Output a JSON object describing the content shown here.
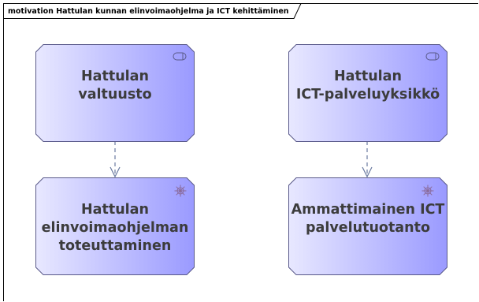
{
  "diagram": {
    "title": "motivation Hattulan kunnan elinvoimaohjelma ja ICT kehittäminen"
  },
  "nodes": {
    "valtuusto": {
      "line1": "Hattulan",
      "line2": "valtuusto",
      "kind": "stakeholder-icon"
    },
    "ict_yksikko": {
      "line1": "Hattulan",
      "line2": "ICT-palveluyksikkö",
      "kind": "stakeholder-icon"
    },
    "elinvoima": {
      "line1": "Hattulan",
      "line2": "elinvoimaohjelman",
      "line3": "toteuttaminen",
      "kind": "driver-icon"
    },
    "palvelutuotanto": {
      "line1": "Ammattimainen ICT",
      "line2": "palvelutuotanto",
      "kind": "driver-icon"
    }
  },
  "colors": {
    "fill_light": "#e6e6ff",
    "fill_dark": "#9b9bff",
    "border": "#5a5a8a",
    "connector": "#6a7aa0"
  }
}
